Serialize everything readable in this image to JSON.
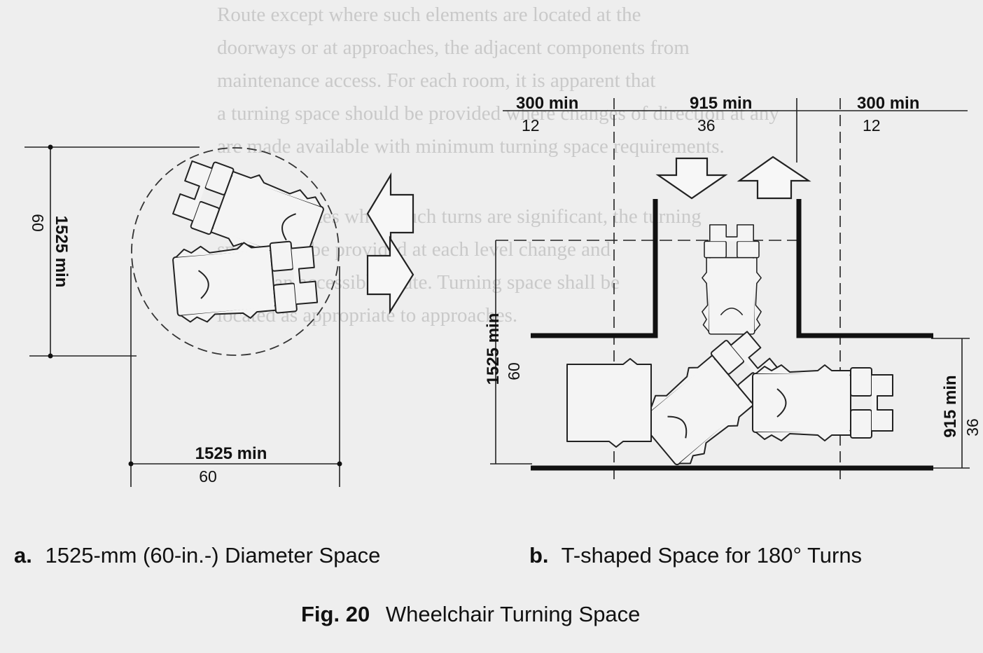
{
  "background_text": [
    "Route except where such elements are located at the",
    "doorways or at approaches, the adjacent components from",
    "maintenance access. For each room, it is apparent that",
    "a turning space should be provided where changes of direction at any",
    "are made available with minimum turning space requirements.",
    "",
    "Ramped routes where such turns are significant, the turning",
    "space shall be provided at each level change and",
    "within an accessible route. Turning space shall be",
    "located as appropriate to approaches."
  ],
  "diagram_a": {
    "dim_vertical": {
      "main": "1525 min",
      "sub": "60"
    },
    "dim_horizontal": {
      "main": "1525 min",
      "sub": "60"
    },
    "caption_label": "a.",
    "caption_text": "1525-mm (60-in.-) Diameter Space"
  },
  "diagram_b": {
    "dim_top_left": {
      "main": "300 min",
      "sub": "12"
    },
    "dim_top_center": {
      "main": "915 min",
      "sub": "36"
    },
    "dim_top_right": {
      "main": "300 min",
      "sub": "12"
    },
    "dim_vertical_left": {
      "main": "1525 min",
      "sub": "60"
    },
    "dim_vertical_right": {
      "main": "915 min",
      "sub": "36"
    },
    "caption_label": "b.",
    "caption_text": "T-shaped Space for 180° Turns"
  },
  "figure_caption": {
    "label": "Fig. 20",
    "title": "Wheelchair Turning Space"
  }
}
